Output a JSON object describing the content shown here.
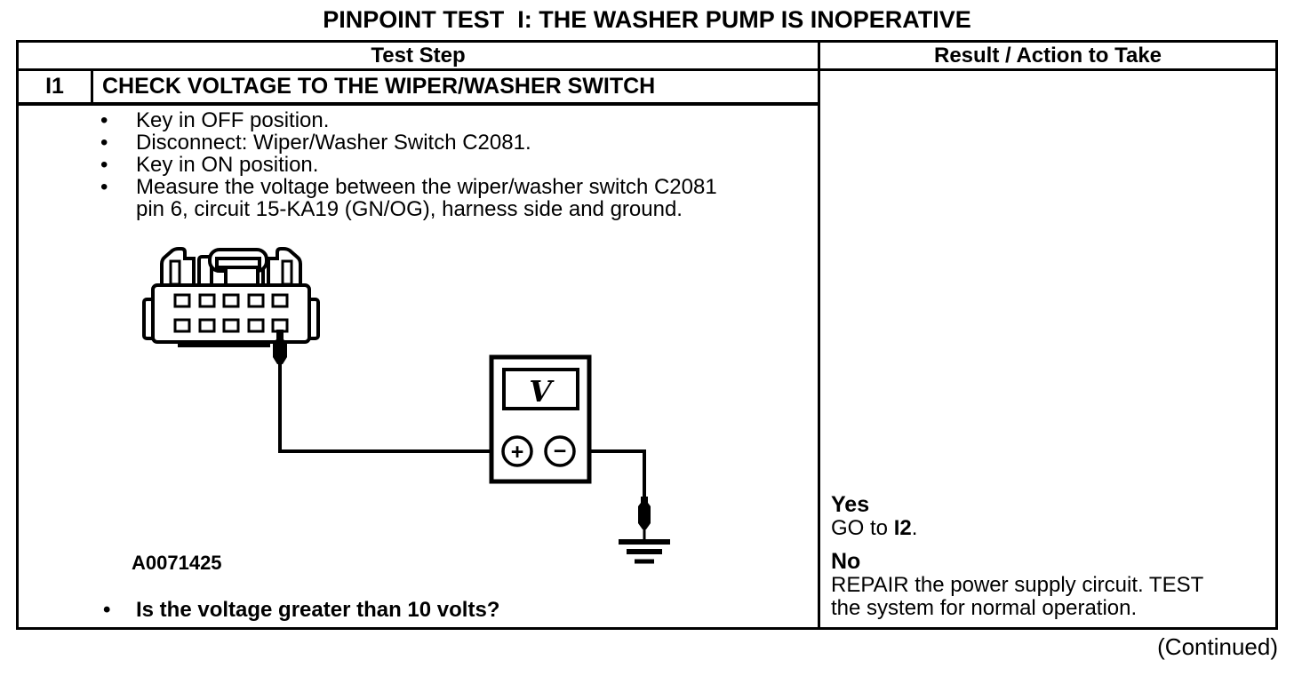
{
  "title": "PINPOINT TEST  I: THE WASHER PUMP IS INOPERATIVE",
  "table": {
    "test_step_header": "Test Step",
    "result_header": "Result / Action to Take"
  },
  "step": {
    "id": "I1",
    "name": "CHECK VOLTAGE TO THE WIPER/WASHER SWITCH",
    "instructions": [
      "Key in OFF position.",
      "Disconnect: Wiper/Washer Switch C2081.",
      "Key in ON position.",
      "Measure the voltage between the wiper/washer switch C2081\npin 6, circuit 15-KA19 (GN/OG), harness side and ground."
    ],
    "figure_label": "A0071425",
    "question": "Is the voltage greater than 10 volts?"
  },
  "results": {
    "yes_label": "Yes",
    "yes_prefix": "GO to ",
    "yes_ref": "I2",
    "yes_suffix": ".",
    "no_label": "No",
    "no_action": "REPAIR the power supply circuit. TEST\nthe system for normal operation."
  },
  "diagram": {
    "voltmeter_symbol": "V",
    "positive": "+",
    "negative": "−"
  },
  "continued": "(Continued)",
  "colors": {
    "ink": "#000000",
    "paper": "#ffffff"
  }
}
